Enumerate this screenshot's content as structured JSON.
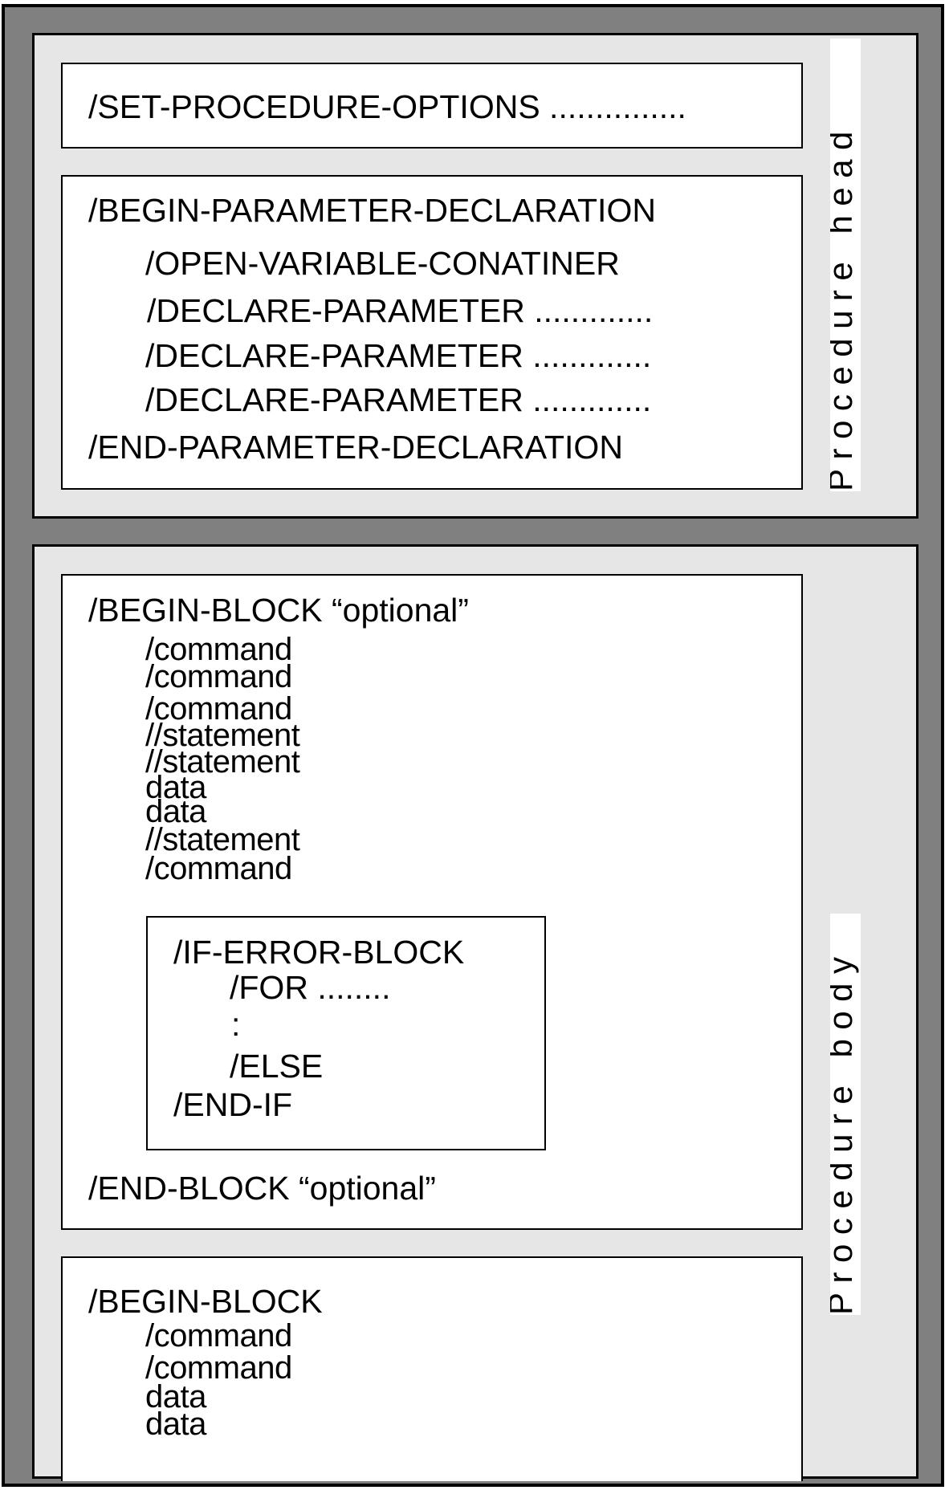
{
  "colors": {
    "outer_frame": "#808080",
    "section_fill": "#e6e6e6",
    "box_fill": "#ffffff",
    "stroke": "#000000"
  },
  "procedure_head": {
    "label": "Procedure head",
    "options_line": "/SET-PROCEDURE-OPTIONS ...............",
    "param_block": {
      "begin": "/BEGIN-PARAMETER-DECLARATION",
      "open_container": "/OPEN-VARIABLE-CONATINER",
      "declare_1": "/DECLARE-PARAMETER .............",
      "declare_2": "/DECLARE-PARAMETER .............",
      "declare_3": "/DECLARE-PARAMETER .............",
      "end": "/END-PARAMETER-DECLARATION"
    }
  },
  "procedure_body": {
    "label": "Procedure body",
    "block1": {
      "begin": "/BEGIN-BLOCK “optional”",
      "lines": [
        "/command",
        "/command",
        "/command",
        "//statement",
        "//statement",
        "data",
        "data",
        "//statement",
        "/command"
      ],
      "if_error": {
        "begin": "/IF-ERROR-BLOCK",
        "for_line": "/FOR ........",
        "ellipsis": ":",
        "else_line": "/ELSE",
        "end": "/END-IF"
      },
      "end": "/END-BLOCK “optional”"
    },
    "block2": {
      "begin": "/BEGIN-BLOCK",
      "lines": [
        "/command",
        "/command",
        "data",
        "data"
      ]
    }
  }
}
